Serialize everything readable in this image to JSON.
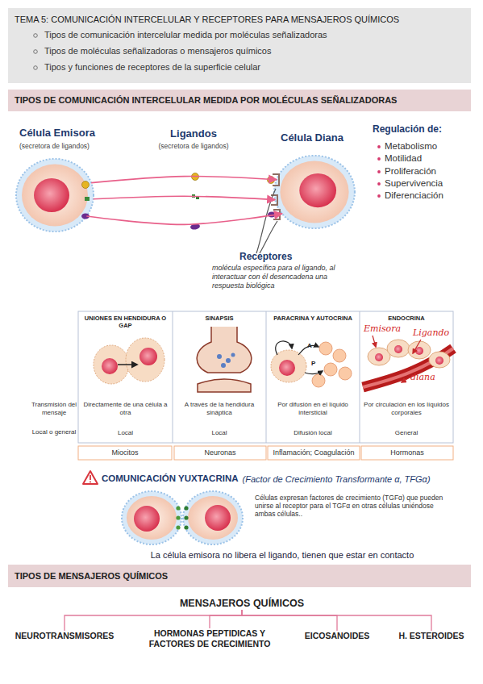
{
  "diagram": {
    "nodes": [
      {
        "text": [
          "TEMA 5: COMUNICACIÓN INTERCELULAR Y RECEPTORES PARA MENSAJEROS QUÍMICOS",
          "Tipos de comunicación intercelular medida por moléculas señalizadoras",
          "Tipos de moléculas señalizadoras o mensajeros químicos",
          "Tipos y funciones de receptores de la superficie celular"
        ]
      },
      {
        "text": [
          "TIPOS DE COMUNICACIÓN INTERCELULAR MEDIDA POR MOLÉCULAS SEÑALIZADORAS"
        ]
      },
      {
        "text": [
          "Célula Emisora",
          "(secretora de ligandos)"
        ]
      },
      {
        "text": [
          "Célula Diana"
        ]
      },
      {
        "text": [
          "TIPOS DE MENSAJEROS QUÍMICOS"
        ]
      },
      {
        "text": [
          "MENSAJEROS QUÍMICOS"
        ]
      },
      {
        "text": [
          "NEUROTRANSMISORES"
        ]
      },
      {
        "text": [
          "HORMONAS PEPTIDICAS Y FACTORES DE CRECIMIENTO"
        ]
      },
      {
        "text": [
          "EICOSANOIDES"
        ]
      },
      {
        "text": [
          "H. ESTEROIDES"
        ]
      }
    ],
    "edges": [
      {
        "from": 2,
        "to": 3,
        "arrow": "to"
      },
      {
        "from": 2,
        "to": 3,
        "arrow": "to"
      },
      {
        "from": 2,
        "to": 3,
        "arrow": "to"
      },
      {
        "from": 5,
        "to": 6,
        "arrow": "none"
      },
      {
        "from": 5,
        "to": 7,
        "arrow": "none"
      },
      {
        "from": 5,
        "to": 8,
        "arrow": "none"
      },
      {
        "from": 5,
        "to": 9,
        "arrow": "none"
      }
    ],
    "labels": [
      "Ligandos",
      "(secretora de ligandos)",
      "Regulación de:",
      "Metabolismo",
      "Motilidad",
      "Proliferación",
      "Supervivencia",
      "Diferenciación",
      "Receptores",
      "molécula específica para el ligando, al interactuar con él desencadena una respuesta biológica",
      "UNIONES EN HENDIDURA O GAP",
      "SINAPSIS",
      "PARACRINA Y AUTOCRINA",
      "ENDOCRINA",
      "Emisora",
      "Ligando",
      "diana",
      "A",
      "P",
      "Transmisión del mensaje",
      "Directamente de una célula a otra",
      "A través de la hendidura sináptica",
      "Por difusión en el líquido intersticial",
      "Por circulación en los líquidos corporales",
      "Local o general",
      "Local",
      "Local",
      "Difusión local",
      "General",
      "Miocitos",
      "Neuronas",
      "Inflamación; Coagulación",
      "Hormonas",
      "COMUNICACIÓN YUXTACRINA",
      "(Factor de Crecimiento Transformante α, TFGα)",
      "Células expresan factores de crecimiento (TGFα) que pueden unirse al receptor para el TGFα en otras células uniéndose ambas células..",
      "La célula emisora no libera el ligando, tienen que estar en contacto"
    ]
  }
}
